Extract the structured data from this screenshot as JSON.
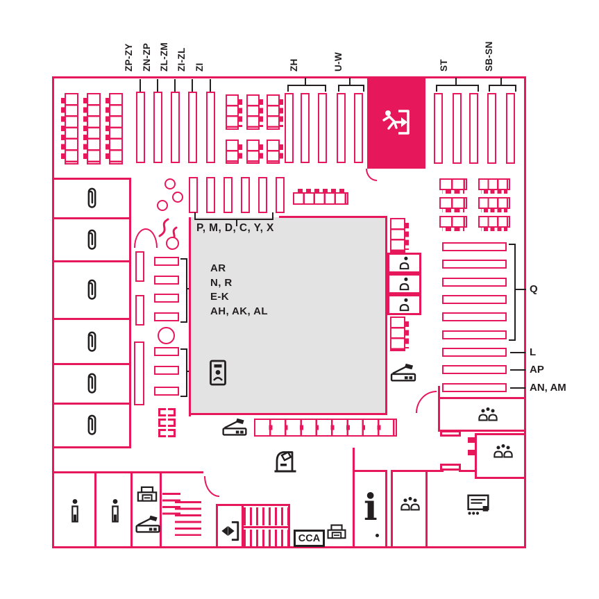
{
  "title": "library-floor-plan",
  "colors": {
    "accent": "#E7175B",
    "ink": "#231F20",
    "area_fill": "#E3E3E3"
  },
  "shelf_labels": {
    "top": [
      "ZP-ZY",
      "ZN-ZP",
      "ZL-ZM",
      "ZI-ZL",
      "ZI",
      "ZH",
      "U-W",
      "ST",
      "SB-SN"
    ],
    "right": [
      "Q",
      "L",
      "AP",
      "AN, AM"
    ],
    "center_top": "P, M, D, C, Y, X",
    "center_list": [
      "AR",
      "N, R",
      "E-K",
      "AH, AK, AL"
    ]
  },
  "rooms": {
    "copy_code": "CCA"
  },
  "icons": {
    "emergency_exit": "running-person-exit",
    "study_room": "paperclip",
    "toilet": "person",
    "printer": "printer",
    "scanner": "flatbed-scanner",
    "stairs": "stair-treads",
    "entrance": "door-with-arrows",
    "information_glyph": "i",
    "group_study": "three-people",
    "individual_study": "single-person",
    "presentation_room": "screen-with-dots",
    "card_station": "id-badge",
    "self_checkout": "kiosk"
  }
}
